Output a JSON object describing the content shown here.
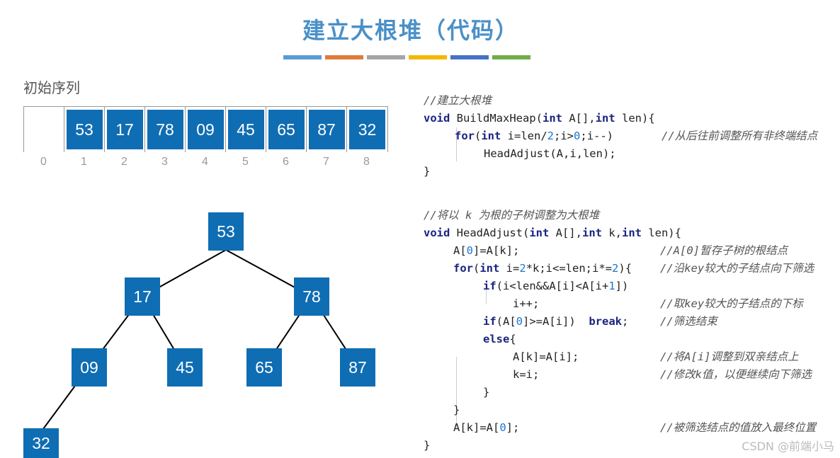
{
  "title": "建立大根堆（代码）",
  "title_bar_colors": [
    "#5b9bd5",
    "#e07b39",
    "#a5a5a5",
    "#f5b800",
    "#4472c4",
    "#70ad47"
  ],
  "sequence_label": "初始序列",
  "array_values": [
    "",
    "53",
    "17",
    "78",
    "09",
    "45",
    "65",
    "87",
    "32"
  ],
  "array_indices": [
    "0",
    "1",
    "2",
    "3",
    "4",
    "5",
    "6",
    "7",
    "8"
  ],
  "tree_nodes": [
    "53",
    "17",
    "78",
    "09",
    "45",
    "65",
    "87",
    "32"
  ],
  "code": {
    "c1": "//建立大根堆",
    "c1_sig_a": "void",
    "c1_sig_b": " BuildMaxHeap(",
    "c1_sig_c": "int",
    "c1_sig_d": " A[],",
    "c1_sig_e": "int",
    "c1_sig_f": " len){",
    "c1_for_kw": "for",
    "c1_for_a": "(",
    "c1_for_int": "int",
    "c1_for_b": " i=len/",
    "c1_for_n2": "2",
    "c1_for_c": ";i>",
    "c1_for_n0": "0",
    "c1_for_d": ";i--)",
    "c1_for_cmt": "//从后往前调整所有非终端结点",
    "c1_call": "HeadAdjust(A,i,len);",
    "c1_end": "}",
    "c2": "//将以 k 为根的子树调整为大根堆",
    "h_void": "void",
    "h_a": " HeadAdjust(",
    "h_int1": "int",
    "h_b": " A[],",
    "h_int2": "int",
    "h_c": " k,",
    "h_int3": "int",
    "h_d": " len){",
    "l1_a": "A[",
    "l1_n": "0",
    "l1_b": "]=A[k];",
    "l1_cmt": "//A[0]暂存子树的根结点",
    "l2_for": "for",
    "l2_a": "(",
    "l2_int": "int",
    "l2_b": " i=",
    "l2_n2": "2",
    "l2_c": "*k;i<=len;i*=",
    "l2_n2b": "2",
    "l2_d": "){",
    "l2_cmt": "//沿key较大的子结点向下筛选",
    "l3_if": "if",
    "l3_a": "(i<len&&A[i]<A[i+",
    "l3_n1": "1",
    "l3_b": "])",
    "l4": "i++;",
    "l4_cmt": "//取key较大的子结点的下标",
    "l5_if": "if",
    "l5_a": "(A[",
    "l5_n0": "0",
    "l5_b": "]>=A[i])  ",
    "l5_break": "break",
    "l5_c": ";",
    "l5_cmt": "//筛选结束",
    "l6_else": "else",
    "l6_a": "{",
    "l7": "A[k]=A[i];",
    "l7_cmt": "//将A[i]调整到双亲结点上",
    "l8": "k=i;",
    "l8_cmt": "//修改k值，以便继续向下筛选",
    "l9": "}",
    "l10": "}",
    "l11_a": "A[k]=A[",
    "l11_n0": "0",
    "l11_b": "];",
    "l11_cmt": "//被筛选结点的值放入最终位置",
    "l12": "}"
  },
  "watermark": "CSDN @前端小马"
}
